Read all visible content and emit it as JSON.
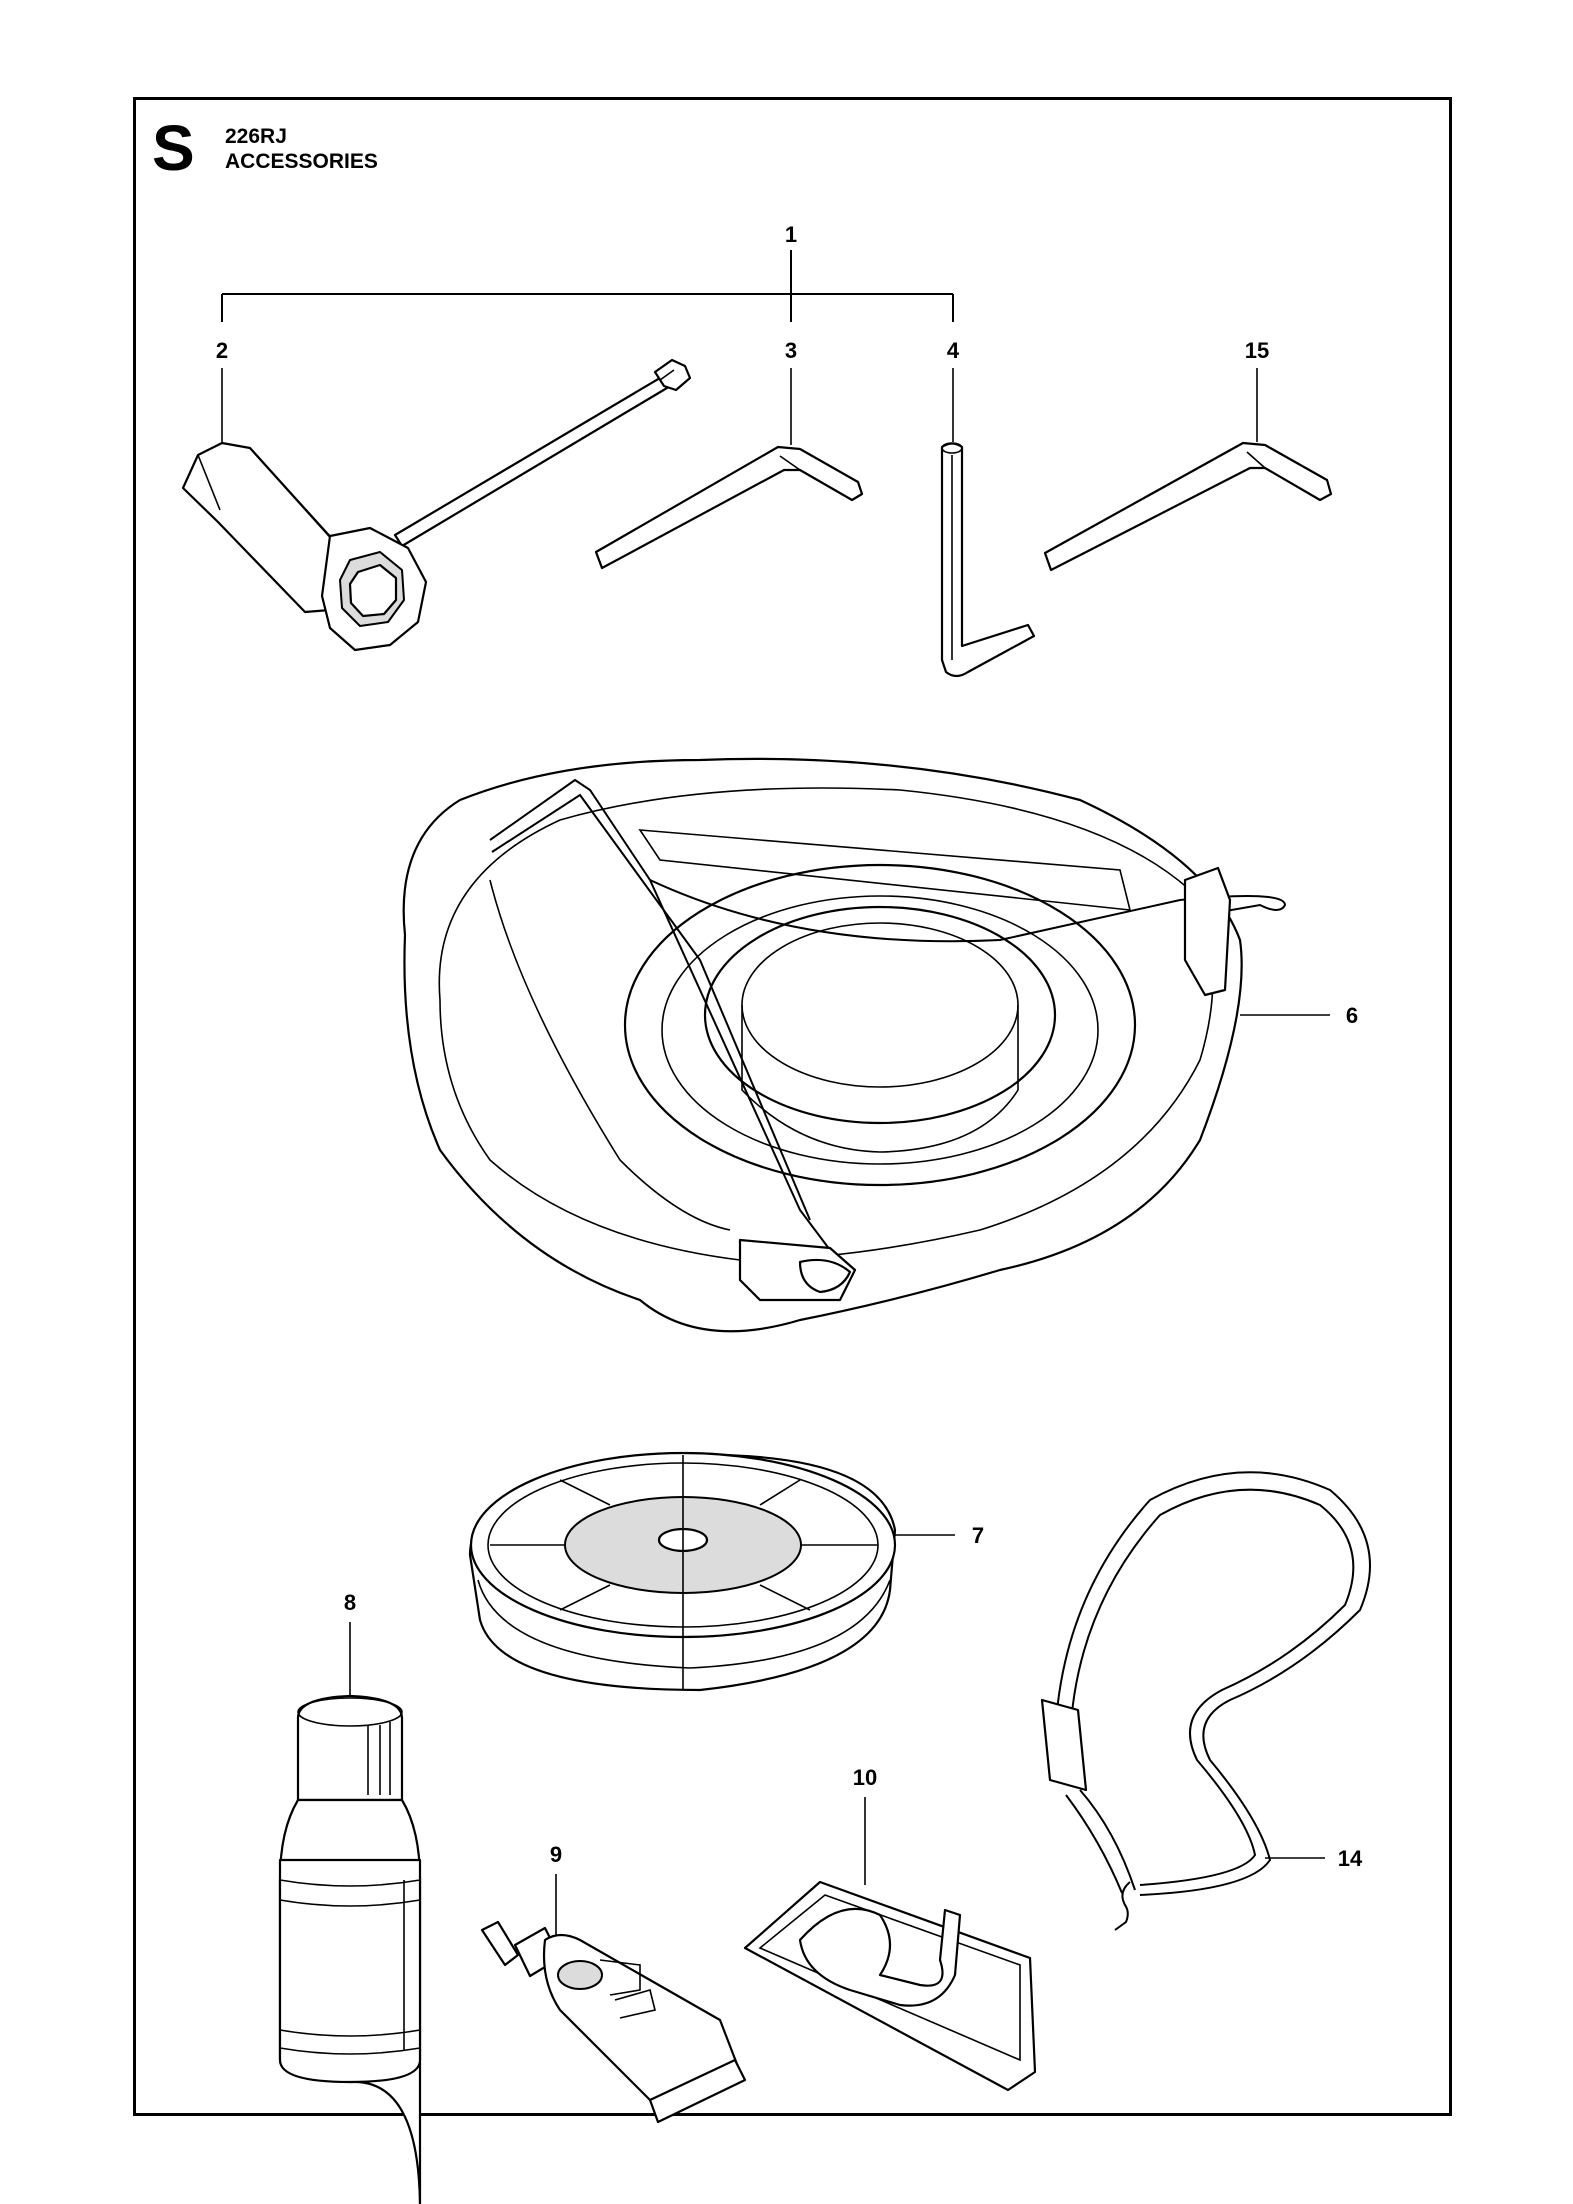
{
  "header": {
    "section_letter": "S",
    "model": "226RJ",
    "group": "ACCESSORIES"
  },
  "callouts": {
    "c1": "1",
    "c2": "2",
    "c3": "3",
    "c4": "4",
    "c15": "15",
    "c6": "6",
    "c7": "7",
    "c8": "8",
    "c9": "9",
    "c10": "10",
    "c14": "14"
  },
  "colors": {
    "line": "#000000",
    "background": "#ffffff"
  }
}
